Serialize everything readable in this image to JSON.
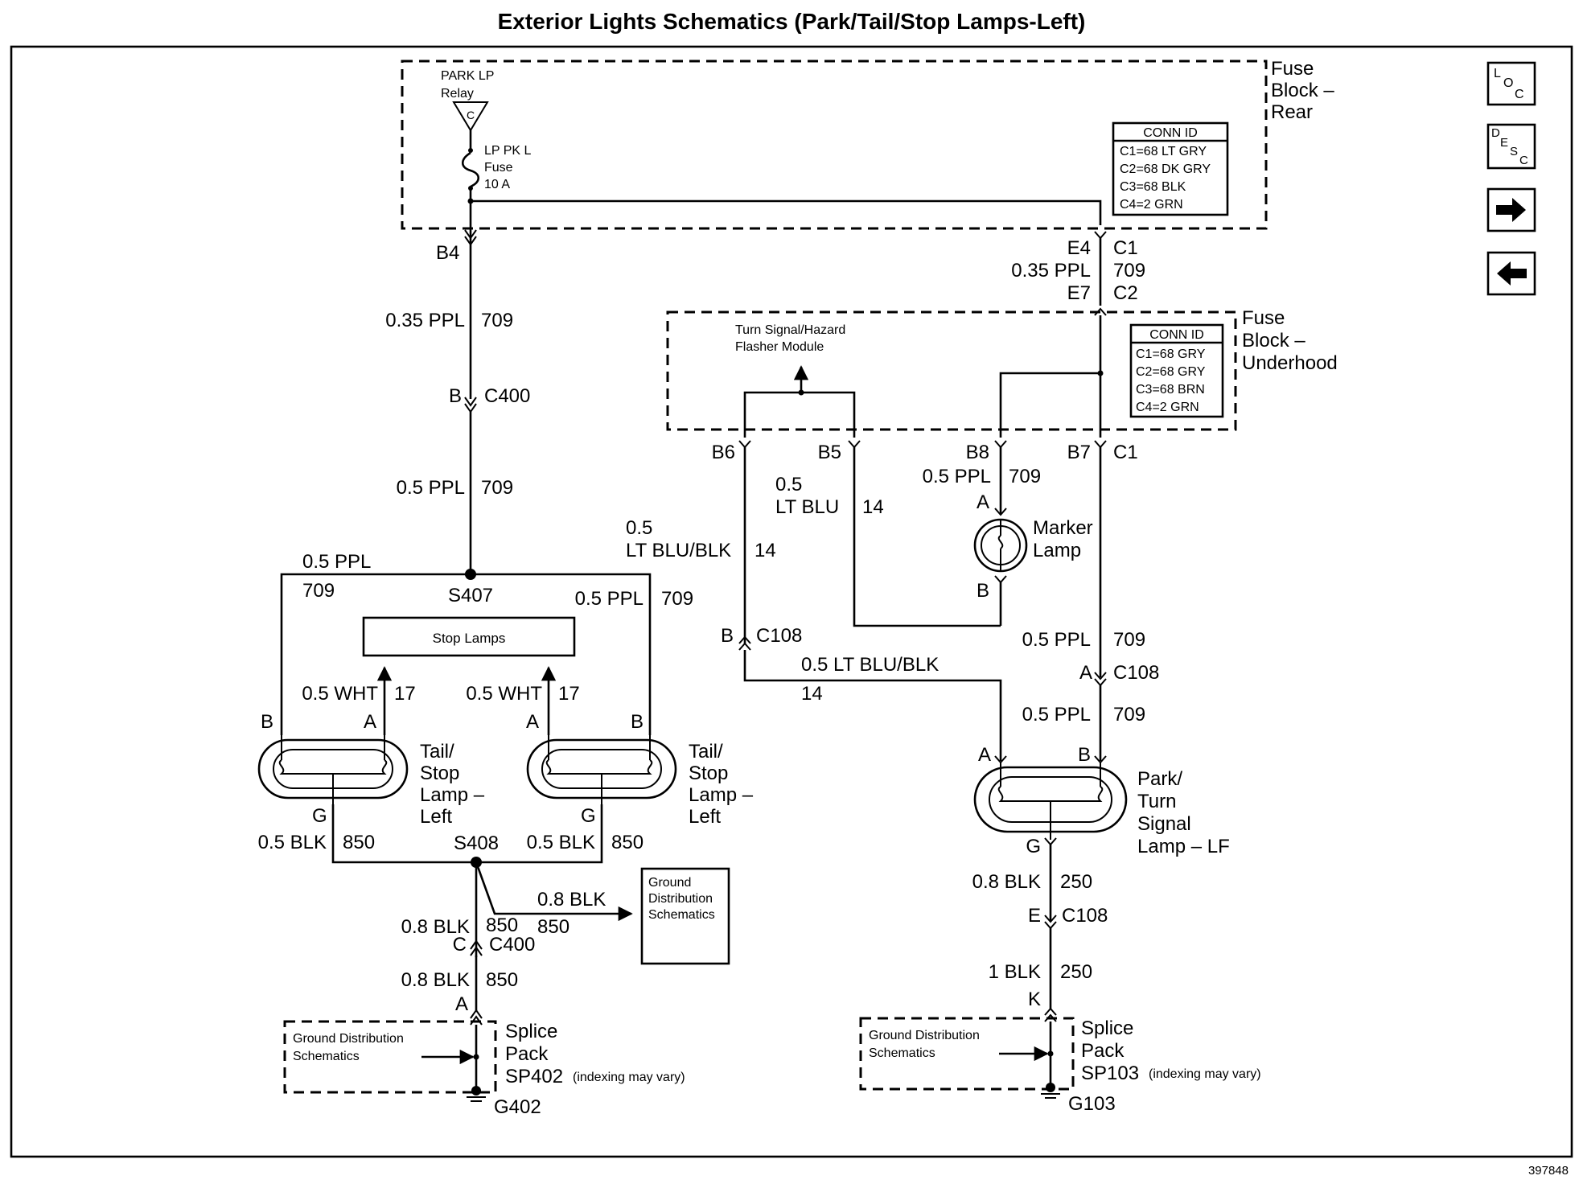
{
  "title": "Exterior Lights Schematics (Park/Tail/Stop Lamps-Left)",
  "figure_id": "397848",
  "nav": {
    "loc": "LOC",
    "desc": "DESC",
    "next": "→",
    "prev": "←"
  },
  "fuse_block_rear": {
    "label": [
      "Fuse",
      "Block –",
      "Rear"
    ],
    "relay": [
      "PARK LP",
      "Relay"
    ],
    "relay_conn": "C",
    "fuse": [
      "LP PK L",
      "Fuse",
      "10 A"
    ],
    "conn_id_header": "CONN ID",
    "conn_ids": [
      "C1=68 LT GRY",
      "C2=68 DK GRY",
      "C3=68 BLK",
      "C4=2 GRN"
    ]
  },
  "fuse_block_underhood": {
    "label": [
      "Fuse",
      "Block –",
      "Underhood"
    ],
    "module": [
      "Turn Signal/Hazard",
      "Flasher Module"
    ],
    "conn_id_header": "CONN ID",
    "conn_ids": [
      "C1=68 GRY",
      "C2=68 GRY",
      "C3=68 BRN",
      "C4=2 GRN"
    ]
  },
  "labels": {
    "b4": "B4",
    "w1_gauge": "0.35 PPL",
    "w1_circ": "709",
    "c400_pin_b": "B",
    "c400": "C400",
    "w2_gauge": "0.5 PPL",
    "w2_circ": "709",
    "left_gauge": "0.5 PPL",
    "left_circ": "709",
    "s407": "S407",
    "mid_gauge": "0.5 PPL",
    "mid_circ": "709",
    "stop_lamps": "Stop Lamps",
    "wht1_gauge": "0.5 WHT",
    "wht1_circ": "17",
    "wht2_gauge": "0.5 WHT",
    "wht2_circ": "17",
    "lamp1_b": "B",
    "lamp1_a": "A",
    "lamp1_g": "G",
    "lamp2_a": "A",
    "lamp2_b": "B",
    "lamp2_g": "G",
    "tail_stop": [
      "Tail/",
      "Stop",
      "Lamp –",
      "Left"
    ],
    "blk1_gauge": "0.5 BLK",
    "blk1_circ": "850",
    "blk2_gauge": "0.5 BLK",
    "blk2_circ": "850",
    "s408": "S408",
    "gnd_gauge": "0.8 BLK",
    "gnd_circ": "850",
    "gnd_branch_circ": "850",
    "c400_pin_c": "C",
    "gnd2_gauge": "0.8 BLK",
    "gnd2_circ": "850",
    "pin_a_sp402": "A",
    "gnd_box": [
      "Ground",
      "Distribution",
      "Schematics"
    ],
    "gnd_dist": [
      "Ground Distribution",
      "Schematics"
    ],
    "splice_left": [
      "Splice",
      "Pack",
      "SP402"
    ],
    "splice_left_note": "(indexing may vary)",
    "g402": "G402",
    "e4": "E4",
    "c1_top": "C1",
    "r_gauge": "0.35 PPL",
    "r_circ": "709",
    "e7": "E7",
    "c2": "C2",
    "b6": "B6",
    "b5": "B5",
    "b8": "B8",
    "b7": "B7",
    "c1_under": "C1",
    "lt_blu_gauge": [
      "0.5",
      "LT BLU"
    ],
    "lt_blu_circ": "14",
    "lt_blu_blk_gauge": [
      "0.5",
      "LT BLU/BLK"
    ],
    "lt_blu_blk_circ": "14",
    "marker_gauge": "0.5 PPL",
    "marker_circ": "709",
    "marker_a": "A",
    "marker_b": "B",
    "marker_lamp": [
      "Marker",
      "Lamp"
    ],
    "c108_pin_b": "B",
    "c108": "C108",
    "h_gauge": "0.5 LT BLU/BLK",
    "h_circ": "14",
    "r2_gauge": "0.5 PPL",
    "r2_circ": "709",
    "c108_pin_a": "A",
    "r3_gauge": "0.5 PPL",
    "r3_circ": "709",
    "park_a": "A",
    "park_b": "B",
    "park_g": "G",
    "park_turn": [
      "Park/",
      "Turn",
      "Signal",
      "Lamp – LF"
    ],
    "r4_gauge": "0.8 BLK",
    "r4_circ": "250",
    "c108_pin_e": "E",
    "r5_gauge": "1 BLK",
    "r5_circ": "250",
    "pin_k": "K",
    "splice_right": [
      "Splice",
      "Pack",
      "SP103"
    ],
    "splice_right_note": "(indexing may vary)",
    "g103": "G103"
  }
}
